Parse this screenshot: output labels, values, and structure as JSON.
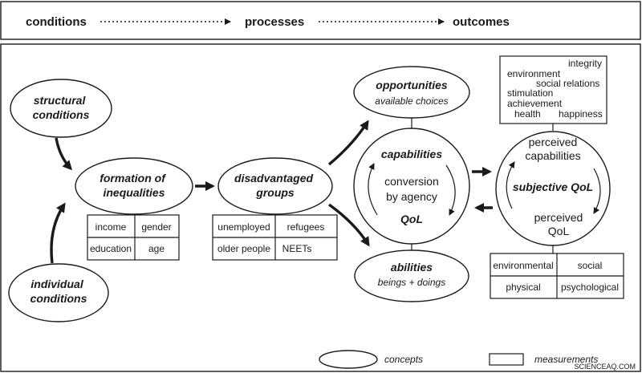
{
  "header": {
    "conditions": "conditions",
    "processes": "processes",
    "outcomes": "outcomes"
  },
  "nodes": {
    "structural": [
      "structural",
      "conditions"
    ],
    "individual": [
      "individual",
      "conditions"
    ],
    "formation": [
      "formation of",
      "inequalities"
    ],
    "disadvantaged": [
      "disadvantaged",
      "groups"
    ],
    "opportunities": {
      "title": "opportunities",
      "subtitle": "available choices"
    },
    "abilities": {
      "title": "abilities",
      "subtitle": "beings + doings"
    },
    "capabilities": {
      "title": "capabilities",
      "lines": [
        "conversion",
        "by agency"
      ],
      "footer": "QoL"
    },
    "subjective": {
      "top": [
        "perceived",
        "capabilities"
      ],
      "title": "subjective QoL",
      "bottom": [
        "perceived",
        "QoL"
      ]
    }
  },
  "tables": {
    "inequalities": [
      [
        "income",
        "gender"
      ],
      [
        "education",
        "age"
      ]
    ],
    "groups": [
      [
        "unemployed",
        "refugees"
      ],
      [
        "older people",
        "NEETs"
      ]
    ],
    "qol_domains": [
      [
        "environmental",
        "social"
      ],
      [
        "physical",
        "psychological"
      ]
    ]
  },
  "qol_measures": [
    "integrity",
    "environment",
    "social relations",
    "stimulation",
    "achievement",
    "health",
    "happiness"
  ],
  "legend": {
    "concepts": "concepts",
    "measurements": "measurements"
  },
  "watermark": "SCIENCEAQ.COM"
}
